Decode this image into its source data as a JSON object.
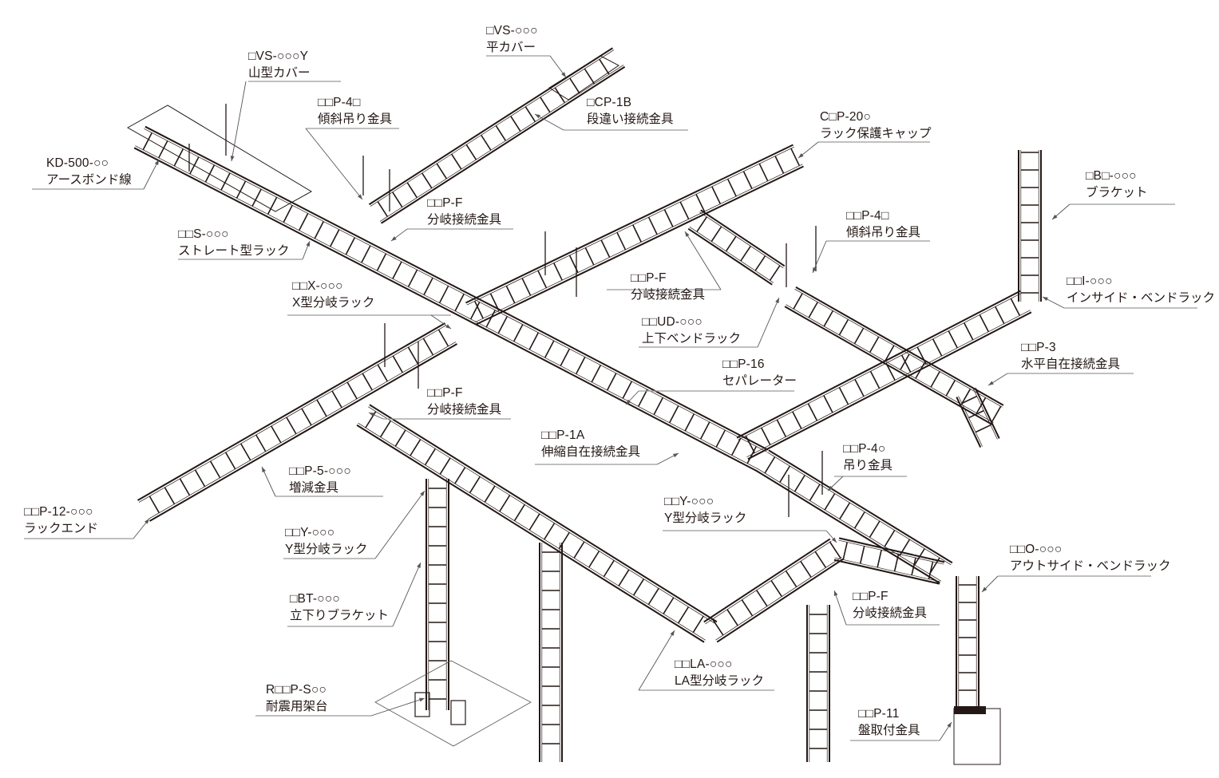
{
  "title": "ケーブルラック システム構成図",
  "labels": [
    {
      "code": "□VS-○○○",
      "name": "平カバー"
    },
    {
      "code": "□VS-○○○Y",
      "name": "山型カバー"
    },
    {
      "code": "□□P-4□",
      "name": "傾斜吊り金具"
    },
    {
      "code": "□CP-1B",
      "name": "段違い接続金具"
    },
    {
      "code": "C□P-20○",
      "name": "ラック保護キャップ"
    },
    {
      "code": "KD-500-○○",
      "name": "アースボンド線"
    },
    {
      "code": "□B□-○○○",
      "name": "ブラケット"
    },
    {
      "code": "□□P-F",
      "name": "分岐接続金具"
    },
    {
      "code": "□□P-4□",
      "name": "傾斜吊り金具"
    },
    {
      "code": "□□S-○○○",
      "name": "ストレート型ラック"
    },
    {
      "code": "□□P-F",
      "name": "分岐接続金具"
    },
    {
      "code": "□□X-○○○",
      "name": "X型分岐ラック"
    },
    {
      "code": "□□I-○○○",
      "name": "インサイド・ベンドラック"
    },
    {
      "code": "□□UD-○○○",
      "name": "上下ベンドラック"
    },
    {
      "code": "□□P-3",
      "name": "水平自在接続金具"
    },
    {
      "code": "□□P-16",
      "name": "セパレーター"
    },
    {
      "code": "□□P-F",
      "name": "分岐接続金具"
    },
    {
      "code": "□□P-1A",
      "name": "伸縮自在接続金具"
    },
    {
      "code": "□□P-4○",
      "name": "吊り金具"
    },
    {
      "code": "□□P-5-○○○",
      "name": "増減金具"
    },
    {
      "code": "□□Y-○○○",
      "name": "Y型分岐ラック"
    },
    {
      "code": "□□P-12-○○○",
      "name": "ラックエンド"
    },
    {
      "code": "□□Y-○○○",
      "name": "Y型分岐ラック"
    },
    {
      "code": "□□O-○○○",
      "name": "アウトサイド・ベンドラック"
    },
    {
      "code": "□BT-○○○",
      "name": "立下りブラケット"
    },
    {
      "code": "□□P-F",
      "name": "分岐接続金具"
    },
    {
      "code": "□□LA-○○○",
      "name": "LA型分岐ラック"
    },
    {
      "code": "R□□P-S○○",
      "name": "耐震用架台"
    },
    {
      "code": "□□P-11",
      "name": "盤取付金具"
    }
  ],
  "colors": {
    "line": "#231815",
    "leader": "#555555",
    "underline": "#9a9a9a"
  }
}
